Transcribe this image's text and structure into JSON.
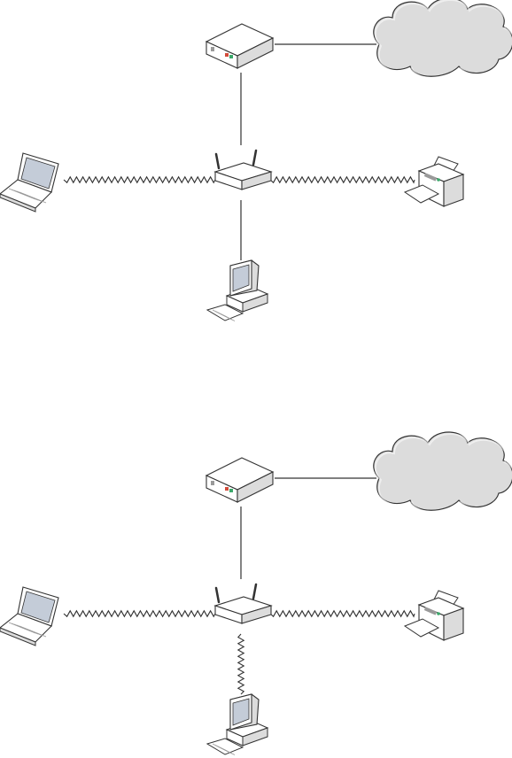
{
  "diagrams": [
    {
      "id": "wired-desktop",
      "devices": [
        "cloud-icon",
        "modem-icon",
        "router-icon",
        "laptop-icon",
        "printer-icon",
        "desktop-computer-icon"
      ],
      "links": [
        {
          "from": "modem",
          "to": "cloud",
          "style": "wired"
        },
        {
          "from": "modem",
          "to": "router",
          "style": "wired"
        },
        {
          "from": "laptop",
          "to": "router",
          "style": "wireless"
        },
        {
          "from": "router",
          "to": "printer",
          "style": "wireless"
        },
        {
          "from": "router",
          "to": "desktop",
          "style": "wired"
        }
      ]
    },
    {
      "id": "wireless-desktop",
      "devices": [
        "cloud-icon",
        "modem-icon",
        "router-icon",
        "laptop-icon",
        "printer-icon",
        "desktop-computer-icon"
      ],
      "links": [
        {
          "from": "modem",
          "to": "cloud",
          "style": "wired"
        },
        {
          "from": "modem",
          "to": "router",
          "style": "wired"
        },
        {
          "from": "laptop",
          "to": "router",
          "style": "wireless"
        },
        {
          "from": "router",
          "to": "printer",
          "style": "wireless"
        },
        {
          "from": "router",
          "to": "desktop",
          "style": "wireless"
        }
      ]
    }
  ],
  "colors": {
    "line": "#333333",
    "device_fill": "#ffffff",
    "device_shade": "#dcdcdc",
    "device_dark": "#9a9a9a",
    "screen": "#c4ccd8",
    "led_green": "#3aa86a",
    "led_red": "#d24b3a"
  }
}
